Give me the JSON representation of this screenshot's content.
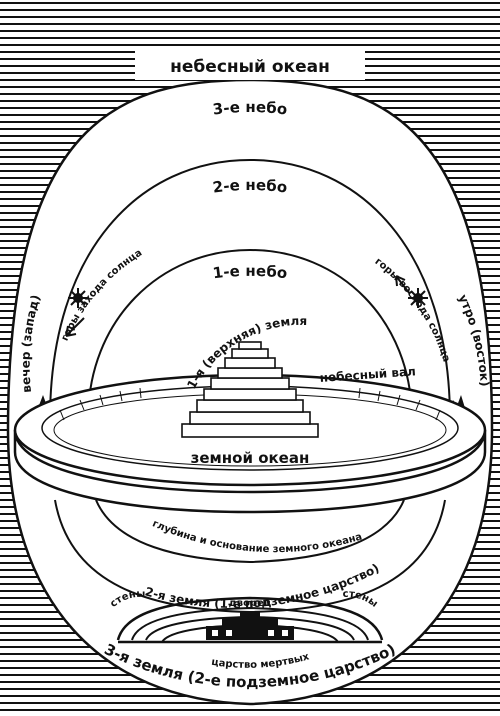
{
  "labels": {
    "heavenly_ocean": "небесный океан",
    "heaven_3": "3-е небо",
    "heaven_2": "2-е небо",
    "heaven_1": "1-е небо",
    "mountains_sunset": "горы захода солнца",
    "mountains_sunrise": "горы восхода солнца",
    "evening_west": "вечер (запад)",
    "morning_east": "утро (восток)",
    "first_upper_earth": "1-я (верхняя) земля",
    "heavenly_rampart": "небесный вал",
    "earthly_ocean": "земной океан",
    "depth_foundation": "глубина и основание земного океана",
    "earth_2": "2-я земля (1-е подземное царство)",
    "walls_left": "стены",
    "walls_right": "стены",
    "palace": "дворец",
    "kingdom_dead": "царство мертвых",
    "earth_3": "3-я земля (2-е подземное царство)"
  },
  "colors": {
    "ink": "#111111",
    "paper": "#ffffff"
  }
}
